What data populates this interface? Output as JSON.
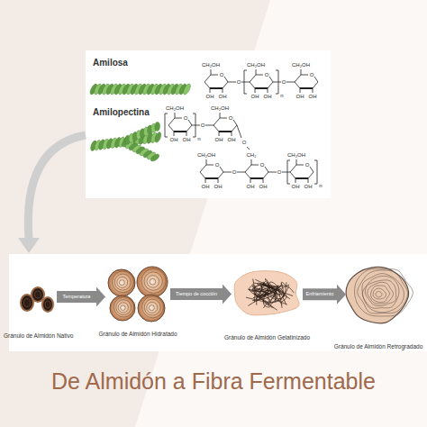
{
  "diagram": {
    "title": "De Almidón a Fibra Fermentable",
    "nodes": [
      {
        "text": [
          "Gránulo de Almidón Nativo"
        ]
      },
      {
        "text": [
          "Gránulo de Almidón Hidratado"
        ]
      },
      {
        "text": [
          "Gránulo de Almidón Gelatinizado"
        ]
      },
      {
        "text": [
          "Gránulo de Almidón Retrogradado"
        ]
      }
    ],
    "edges": [
      {
        "from": 0,
        "to": 1,
        "arrow": "to",
        "label": "Temperatura"
      },
      {
        "from": 1,
        "to": 2,
        "arrow": "to",
        "label": "Tiempo de cocción"
      },
      {
        "from": 2,
        "to": 3,
        "arrow": "to",
        "label": "Enfriamiento"
      }
    ],
    "labels": [
      "Amilosa",
      "CH₂OH",
      "O",
      "OH",
      "OH",
      "O",
      "CH₂OH",
      "O",
      "OH",
      "OH",
      "O",
      "CH₂OH",
      "O",
      "OH",
      "OH",
      "n",
      "Amilopectina",
      "CH₂OH",
      "O",
      "OH",
      "OH",
      "O",
      "CH₂OH",
      "O",
      "OH",
      "OH",
      "n",
      "O",
      "CH₂OH",
      "O",
      "OH",
      "OH",
      "O",
      "CH₂",
      "O",
      "OH",
      "OH",
      "O",
      "CH₂OH",
      "O",
      "OH",
      "OH",
      "n"
    ]
  }
}
